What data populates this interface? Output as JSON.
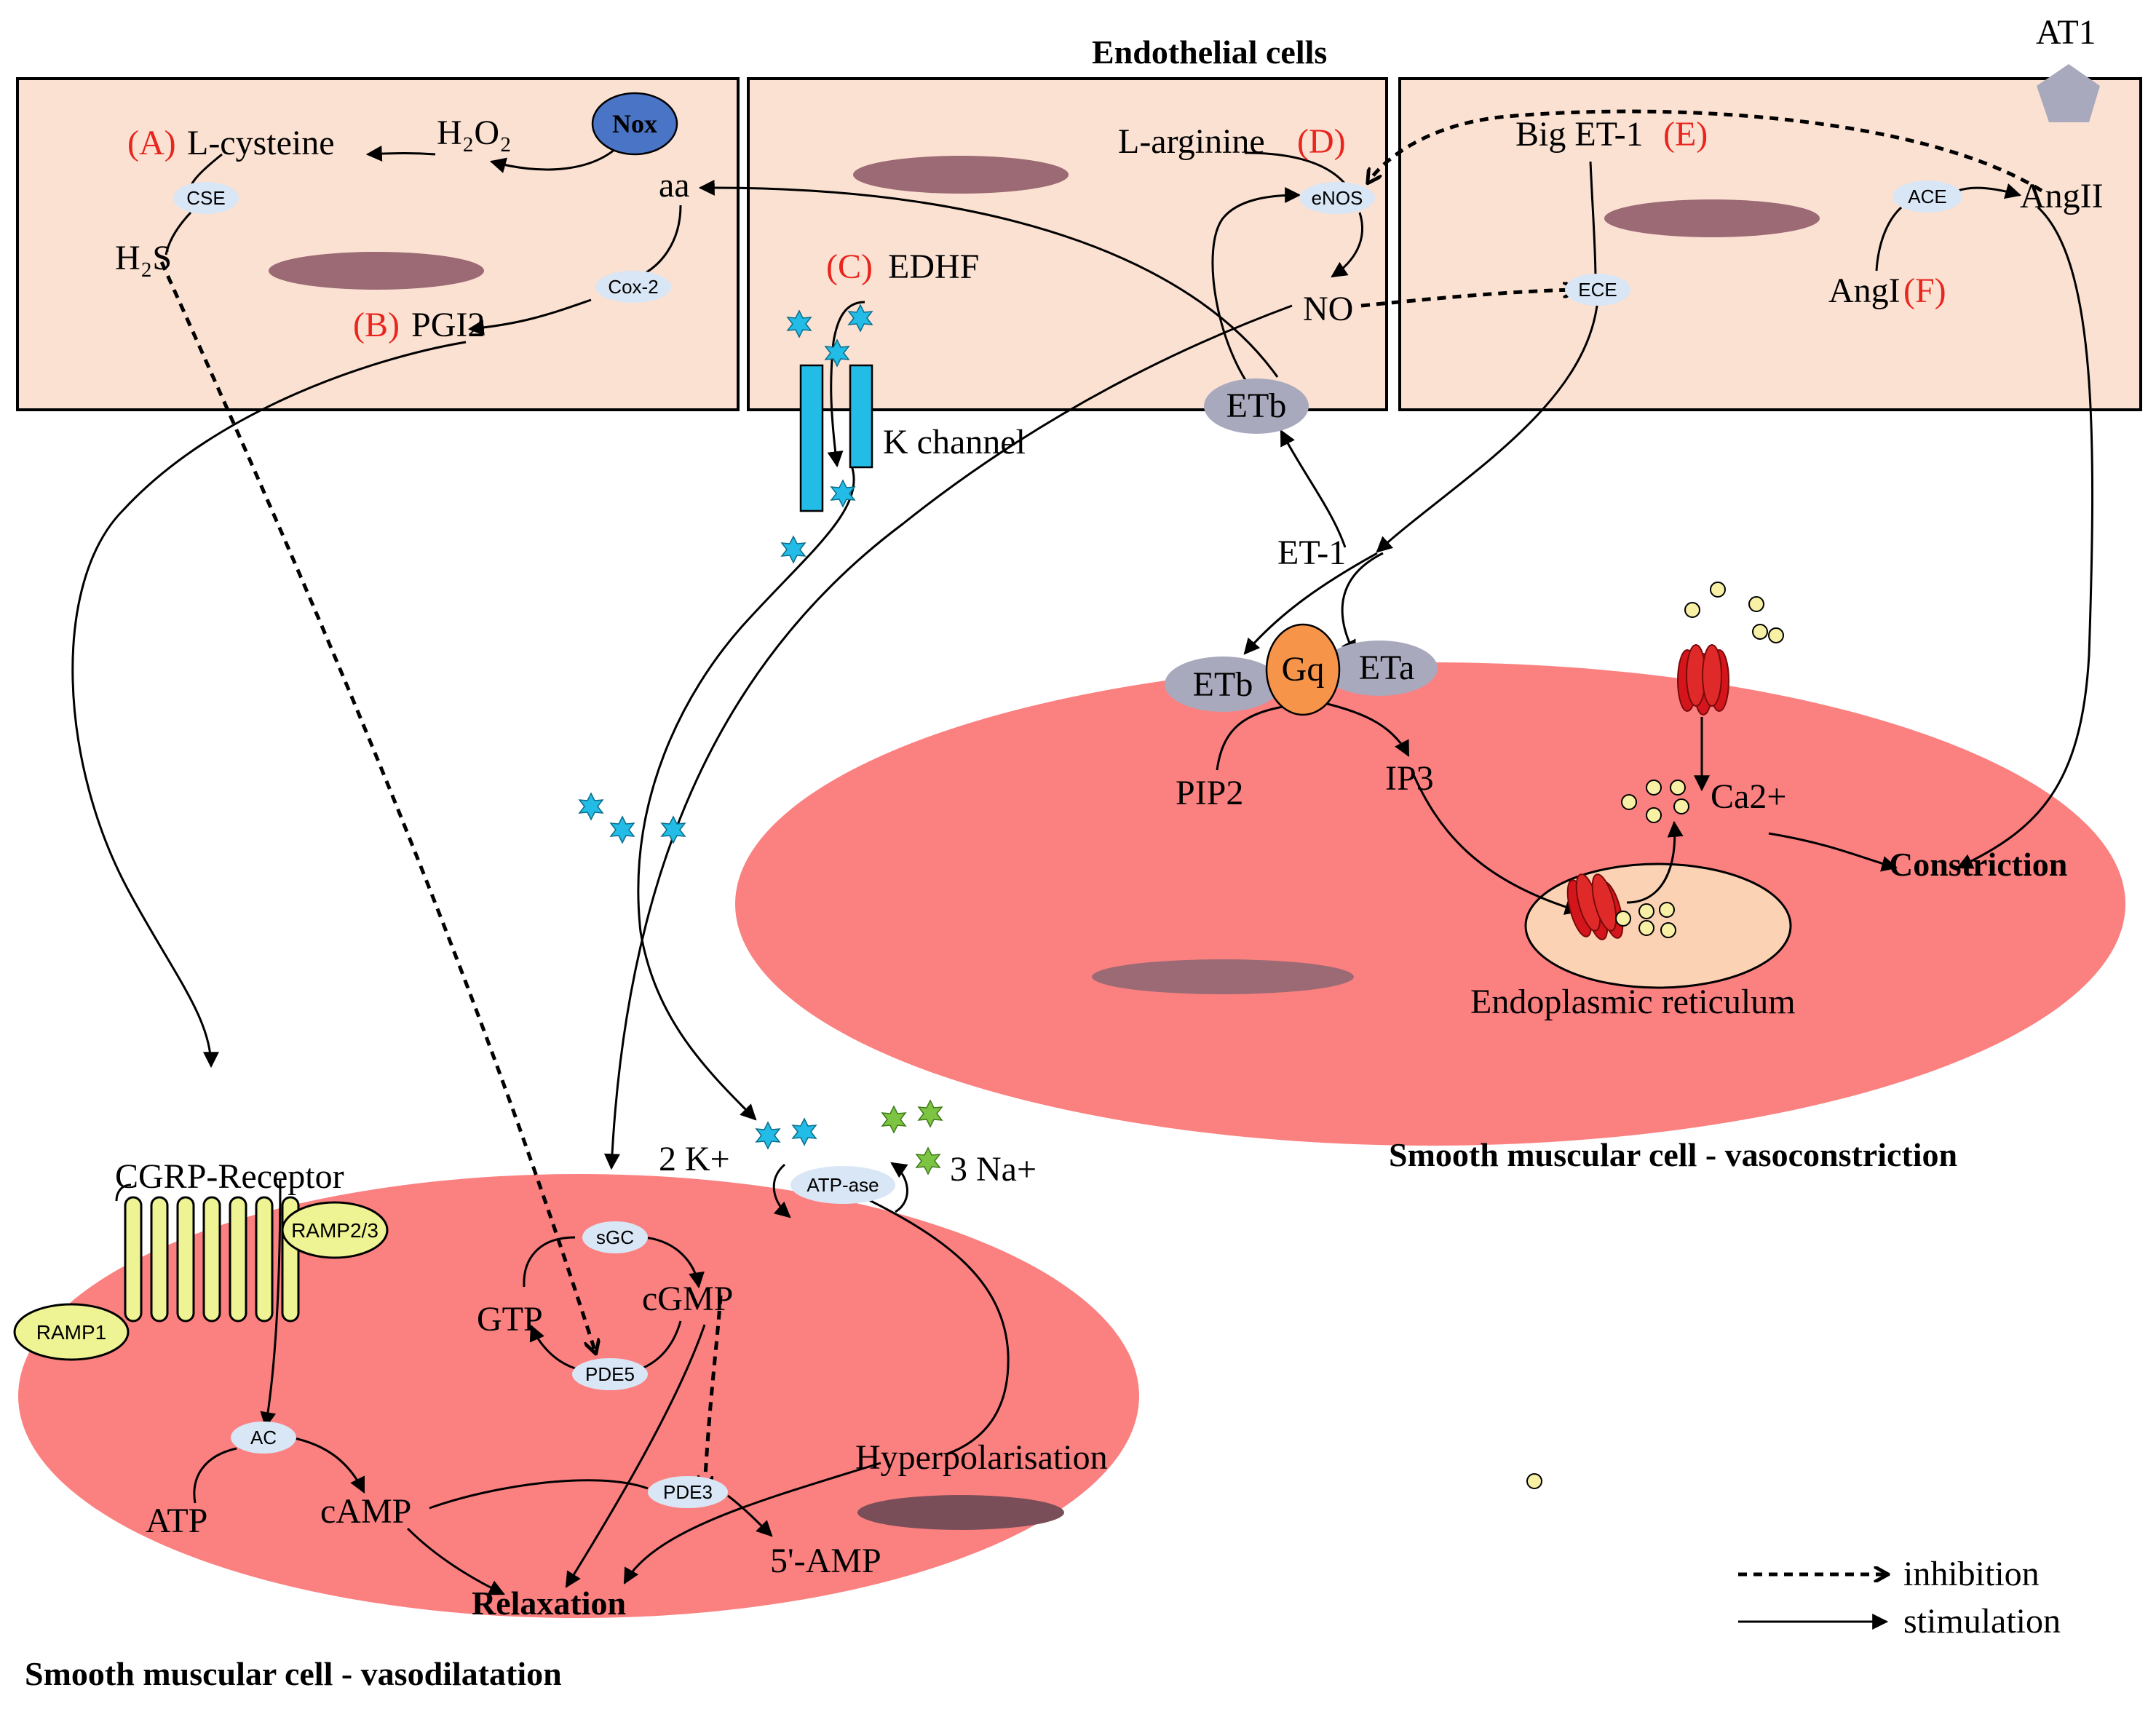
{
  "header": {
    "title": "Endothelial cells"
  },
  "receptors": {
    "at1": "AT1"
  },
  "cell_a": {
    "nox": "Nox",
    "label_a": "(A)",
    "l_cysteine": "L-cysteine",
    "h2o2": "H₂O₂",
    "cse": "CSE",
    "aa": "aa",
    "h2s": "H₂S",
    "cox2": "Cox-2",
    "label_b": "(B)",
    "pgi2": "PGI2"
  },
  "cell_b": {
    "l_arginine": "L-arginine",
    "label_d": "(D)",
    "enos": "eNOS",
    "label_c": "(C)",
    "edhf": "EDHF",
    "no": "NO",
    "k_channel": "K channel",
    "etb": "ETb"
  },
  "cell_c": {
    "big_et1": "Big ET-1",
    "label_e": "(E)",
    "ace": "ACE",
    "ang2": "AngII",
    "ece": "ECE",
    "ang1": "AngI",
    "label_f": "(F)"
  },
  "free": {
    "et1": "ET-1"
  },
  "constriction_cell": {
    "etb": "ETb",
    "gq": "Gq",
    "eta": "ETa",
    "pip2": "PIP2",
    "ip3": "IP3",
    "ca": "Ca2+",
    "constriction": "Constriction",
    "er": "Endoplasmic reticulum",
    "caption": "Smooth muscular cell - vasoconstriction"
  },
  "dilatation_cell": {
    "two_k": "2 K+",
    "three_na": "3 Na+",
    "atpase": "ATP-ase",
    "cgrp": "CGRP-Receptor",
    "ramp23": "RAMP2/3",
    "ramp1": "RAMP1",
    "sgc": "sGC",
    "gtp": "GTP",
    "cgmp": "cGMP",
    "pde5": "PDE5",
    "ac": "AC",
    "atp": "ATP",
    "camp": "cAMP",
    "pde3": "PDE3",
    "amp": "5'-AMP",
    "hyper": "Hyperpolarisation",
    "relaxation": "Relaxation",
    "caption": "Smooth muscular cell - vasodilatation"
  },
  "legend": {
    "inhibition": "inhibition",
    "stimulation": "stimulation"
  },
  "colors": {
    "cell_box": "#fbe1d2",
    "smooth_muscle": "#fb8080",
    "nucleus": "#9b6a74",
    "er": "#fbd3b4",
    "enzyme": "#d9e6f6",
    "receptor": "#a9a9bd",
    "nox": "#4a74c6",
    "gq": "#f6944a",
    "ramp": "#eef493",
    "ion_k": "#22bce6",
    "ion_na": "#7ec443",
    "calcium": "#f7f0a5",
    "channel_red": "#d4151c",
    "red_text": "#e8261e"
  }
}
